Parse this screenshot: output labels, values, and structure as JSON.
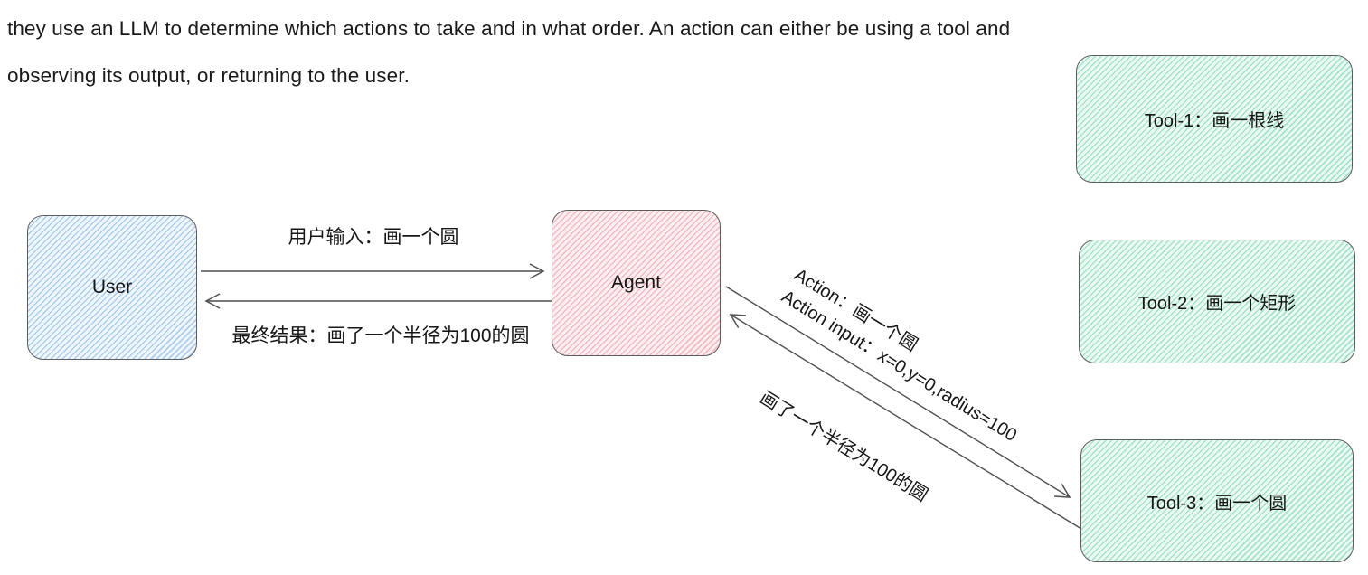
{
  "paragraph": {
    "line1": "they use an LLM to determine which actions to take and in what order. An action can either be using a tool and",
    "line2": "observing its output, or returning to the user."
  },
  "nodes": {
    "user": {
      "label": "User"
    },
    "agent": {
      "label": "Agent"
    },
    "tool1": {
      "label": "Tool-1：画一根线"
    },
    "tool2": {
      "label": "Tool-2：画一个矩形"
    },
    "tool3": {
      "label": "Tool-3：画一个圆"
    }
  },
  "edges": {
    "user_to_agent": {
      "label": "用户输入：画一个圆"
    },
    "agent_to_user": {
      "label": "最终结果：画了一个半径为100的圆"
    },
    "agent_to_tool3": {
      "line1": "Action：画一个圆",
      "line2": "Action input：x=0,y=0,radius=100"
    },
    "tool3_to_agent": {
      "label": "画了一个半径为100的圆"
    }
  },
  "colors": {
    "user_hatch": "#aeccec",
    "user_bg": "#f0f7fd",
    "agent_hatch": "#f3bcc5",
    "agent_bg": "#fdeef0",
    "tool_hatch": "#a5e3c8",
    "tool_bg": "#ecfaf4",
    "node_border": "#5c5c5c",
    "arrow_stroke": "#4f4f4f",
    "text_ink": "#1a1a1a"
  }
}
